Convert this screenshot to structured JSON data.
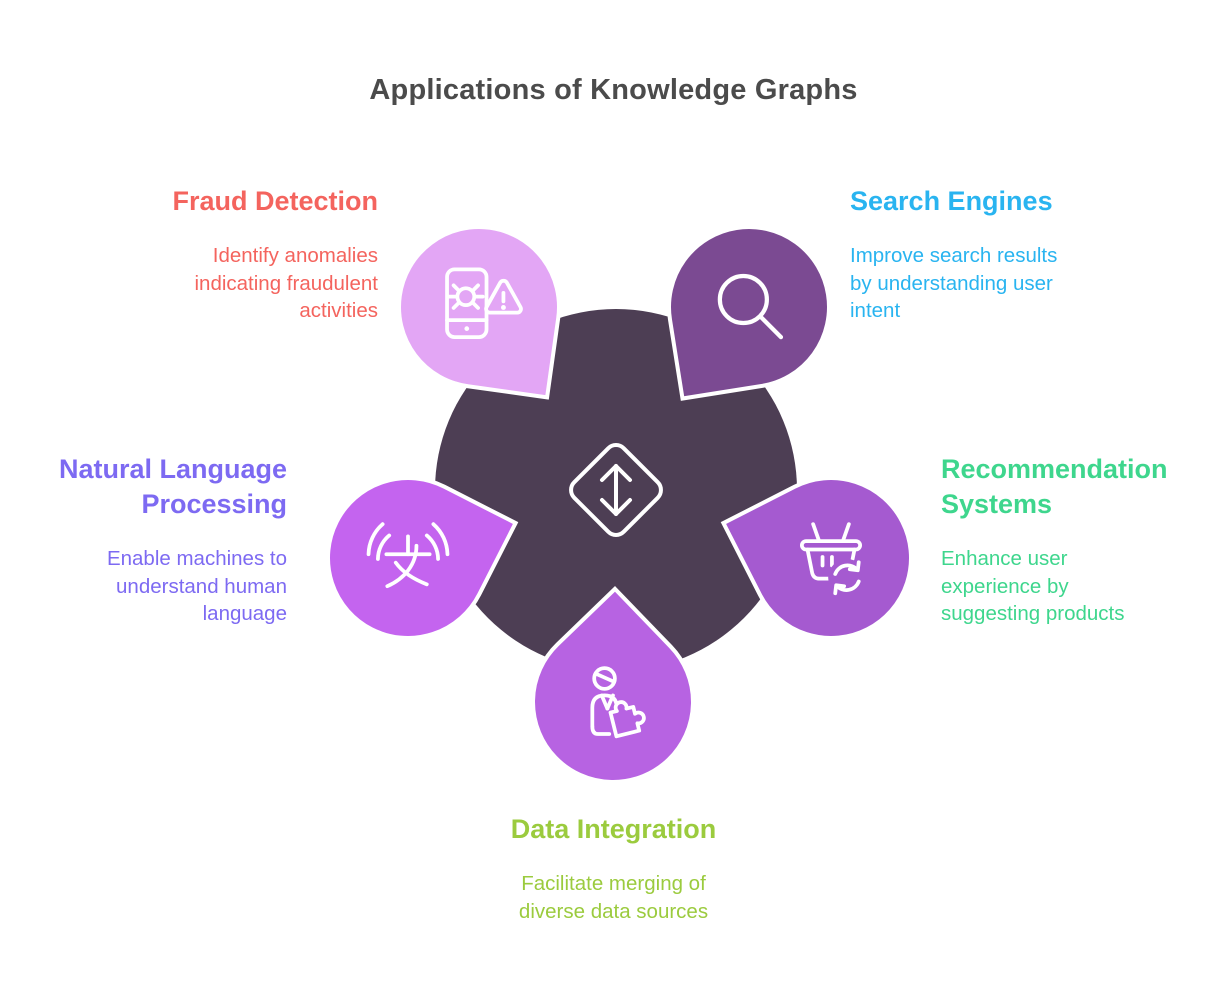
{
  "title": "Applications of Knowledge Graphs",
  "title_color": "#4b4b4b",
  "center": {
    "icon": "diamond-sort-arrows-icon",
    "color": "#4d3e54"
  },
  "items": [
    {
      "id": "fraud-detection",
      "label": "Fraud Detection",
      "description": "Identify anomalies indicating fraudulent activities",
      "text_color": "#f4645e",
      "blob_color": "#e3a6f5",
      "icon": "mobile-bug-warning-icon",
      "position": "top-left"
    },
    {
      "id": "search-engines",
      "label": "Search Engines",
      "description": "Improve search results by understanding user intent",
      "text_color": "#29b4f0",
      "blob_color": "#7b4a92",
      "icon": "magnifier-icon",
      "position": "top-right"
    },
    {
      "id": "natural-language-processing",
      "label": "Natural Language Processing",
      "description": "Enable machines to understand human language",
      "text_color": "#7d6af2",
      "blob_color": "#c464ef",
      "icon": "language-translation-icon",
      "position": "left"
    },
    {
      "id": "recommendation-systems",
      "label": "Recommendation Systems",
      "description": "Enhance user experience by suggesting products",
      "text_color": "#3ed68d",
      "blob_color": "#a55ad0",
      "icon": "basket-refresh-icon",
      "position": "right"
    },
    {
      "id": "data-integration",
      "label": "Data Integration",
      "description": "Facilitate merging of diverse data sources",
      "text_color": "#9bcb3e",
      "blob_color": "#b763e2",
      "icon": "person-puzzle-icon",
      "position": "bottom"
    }
  ]
}
